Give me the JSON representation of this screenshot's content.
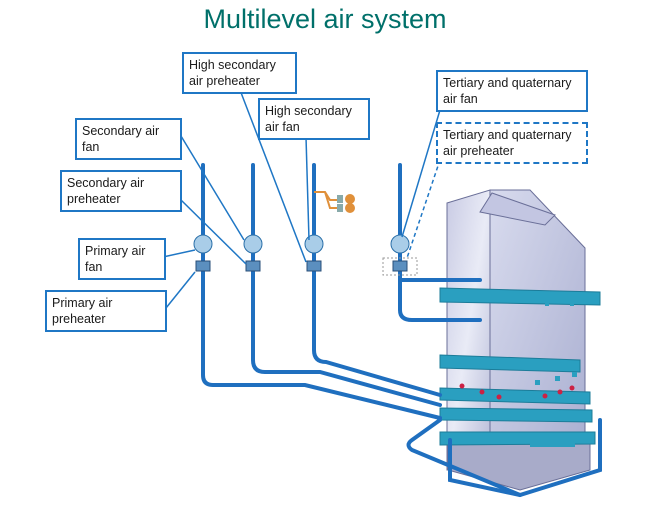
{
  "title": "Multilevel air system",
  "labels": {
    "secondary_air_fan": "Secondary air fan",
    "secondary_air_preheater": "Secondary air preheater",
    "primary_air_fan": "Primary air fan",
    "primary_air_preheater": "Primary air preheater",
    "high_secondary_air_preheater": "High secondary air preheater",
    "high_secondary_air_fan": "High secondary air fan",
    "tertiary_quaternary_air_fan": "Tertiary and quaternary air fan",
    "tertiary_quaternary_air_preheater": "Tertiary and quaternary air preheater"
  },
  "colors": {
    "title": "#00706a",
    "pipe": "#1f6fbf",
    "leader": "#1f77c5",
    "band": "#2a9fc0",
    "aux": "#e0903a"
  }
}
